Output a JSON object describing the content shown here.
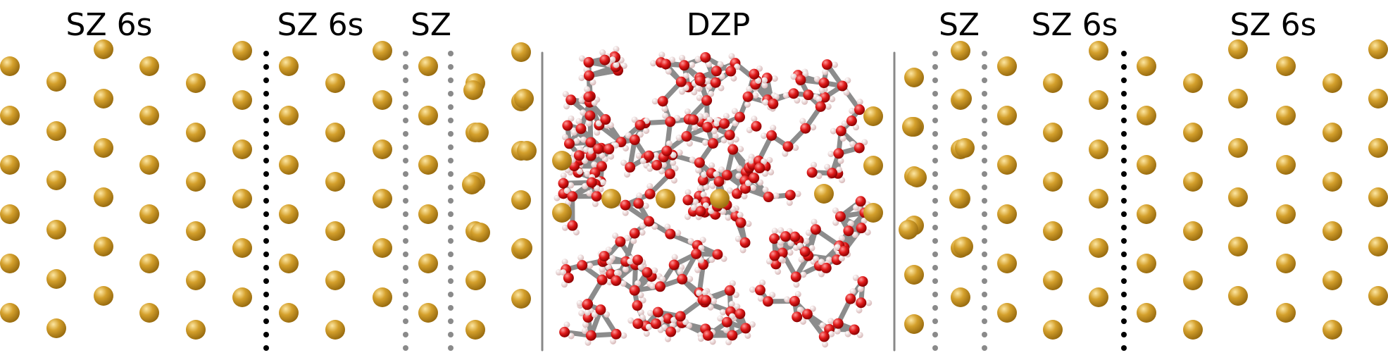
{
  "figure": {
    "region_labels": [
      "SZ 6s",
      "SZ 6s",
      "SZ",
      "DZP",
      "SZ",
      "SZ 6s",
      "SZ 6s"
    ]
  },
  "colors": {
    "gold_atom": "#d4a02c",
    "gold_highlight": "#fde7a3",
    "gold_shadow": "#9a6d10",
    "oxygen_atom": "#e01a1a",
    "hydrogen_atom": "#f3dede",
    "bond": "#8c8c8c",
    "interface_line": "#888888",
    "black_dots": "#000000",
    "gray_dots": "#8a8a8a"
  },
  "legend": {
    "separators": [
      "black-dotted-line",
      "gray-dotted-line",
      "solid-gray-line"
    ]
  }
}
